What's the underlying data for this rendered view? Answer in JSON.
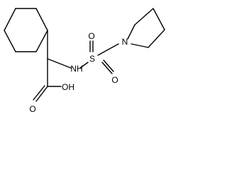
{
  "atoms": {
    "nitrogen_ring": "N",
    "sulfur": "S",
    "oxygen_upper": "O",
    "oxygen_lower": "O",
    "nitrogen_amine": "NH",
    "hydroxyl": "OH",
    "carbonyl_oxygen": "O"
  }
}
